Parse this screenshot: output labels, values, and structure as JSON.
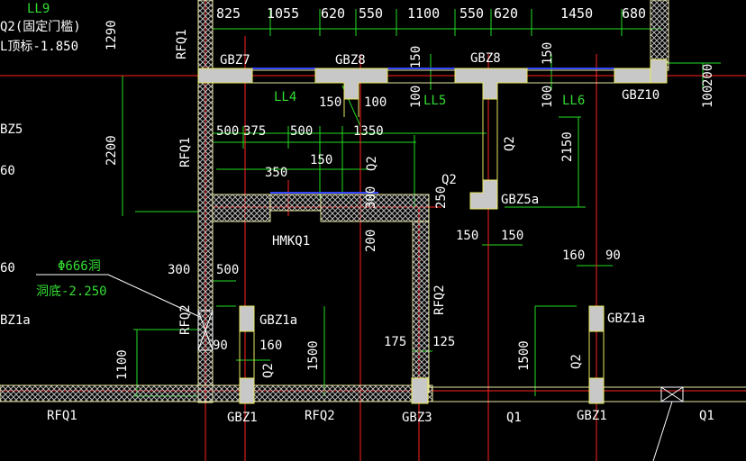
{
  "colors": {
    "background": "#000000",
    "wall": "#e8e8a0",
    "wall_hatch": "#bbbbbb",
    "column_fill": "#c8c8c8",
    "column_outline": "#e8e860",
    "dimension": "#22dd22",
    "axis": "#ff2222",
    "beam": "#3344ff",
    "label_white": "#ffffff",
    "label_green": "#33dd33"
  },
  "header_dims": [
    "825",
    "1055",
    "620",
    "550",
    "1100",
    "550",
    "620",
    "1450",
    "680"
  ],
  "columns": [
    "GBZ7",
    "GBZ8",
    "GBZ8",
    "GBZ10",
    "GBZ5a",
    "GBZ1a",
    "GBZ1a",
    "GBZ1",
    "GBZ3",
    "GBZ1"
  ],
  "walls": [
    "RFQ1",
    "RFQ1",
    "RFQ2",
    "RFQ2",
    "RFQ1",
    "RFQ2"
  ],
  "openings": [
    "Q2",
    "Q2",
    "Q2",
    "Q2",
    "Q1",
    "Q1",
    "HMKQ1"
  ],
  "beams": [
    "LL4",
    "LL5",
    "LL6"
  ],
  "dims": {
    "d150a": "150",
    "d150b": "150",
    "d150c": "150",
    "d150d": "150",
    "d150e": "150",
    "d150f": "150",
    "d100a": "100",
    "d100b": "100",
    "d100c": "100",
    "d100d": "100",
    "d1290": "1290",
    "d200a": "200",
    "d2200": "2200",
    "d2150": "2150",
    "d500a": "500",
    "d375": "375",
    "d500b": "500",
    "d1350": "1350",
    "d350": "350",
    "d300a": "300",
    "d250": "250",
    "d200b": "200",
    "d160a": "160",
    "d90a": "90",
    "d300b": "300",
    "d500c": "500",
    "d90b": "90",
    "d160b": "160",
    "d1500a": "1500",
    "d1500b": "1500",
    "d175": "175",
    "d125": "125",
    "d1100": "1100"
  },
  "edge_labels": {
    "ll9": "LL9",
    "q2_note": "Q2(固定门槛)",
    "elev_note": "L顶标-1.850",
    "gbz5_left": "BZ5",
    "gbz1a_left": "BZ1a",
    "frag60a": "60",
    "frag60b": "60"
  },
  "hole_note": {
    "line1": "Φ666洞",
    "line2": "洞底-2.250"
  }
}
